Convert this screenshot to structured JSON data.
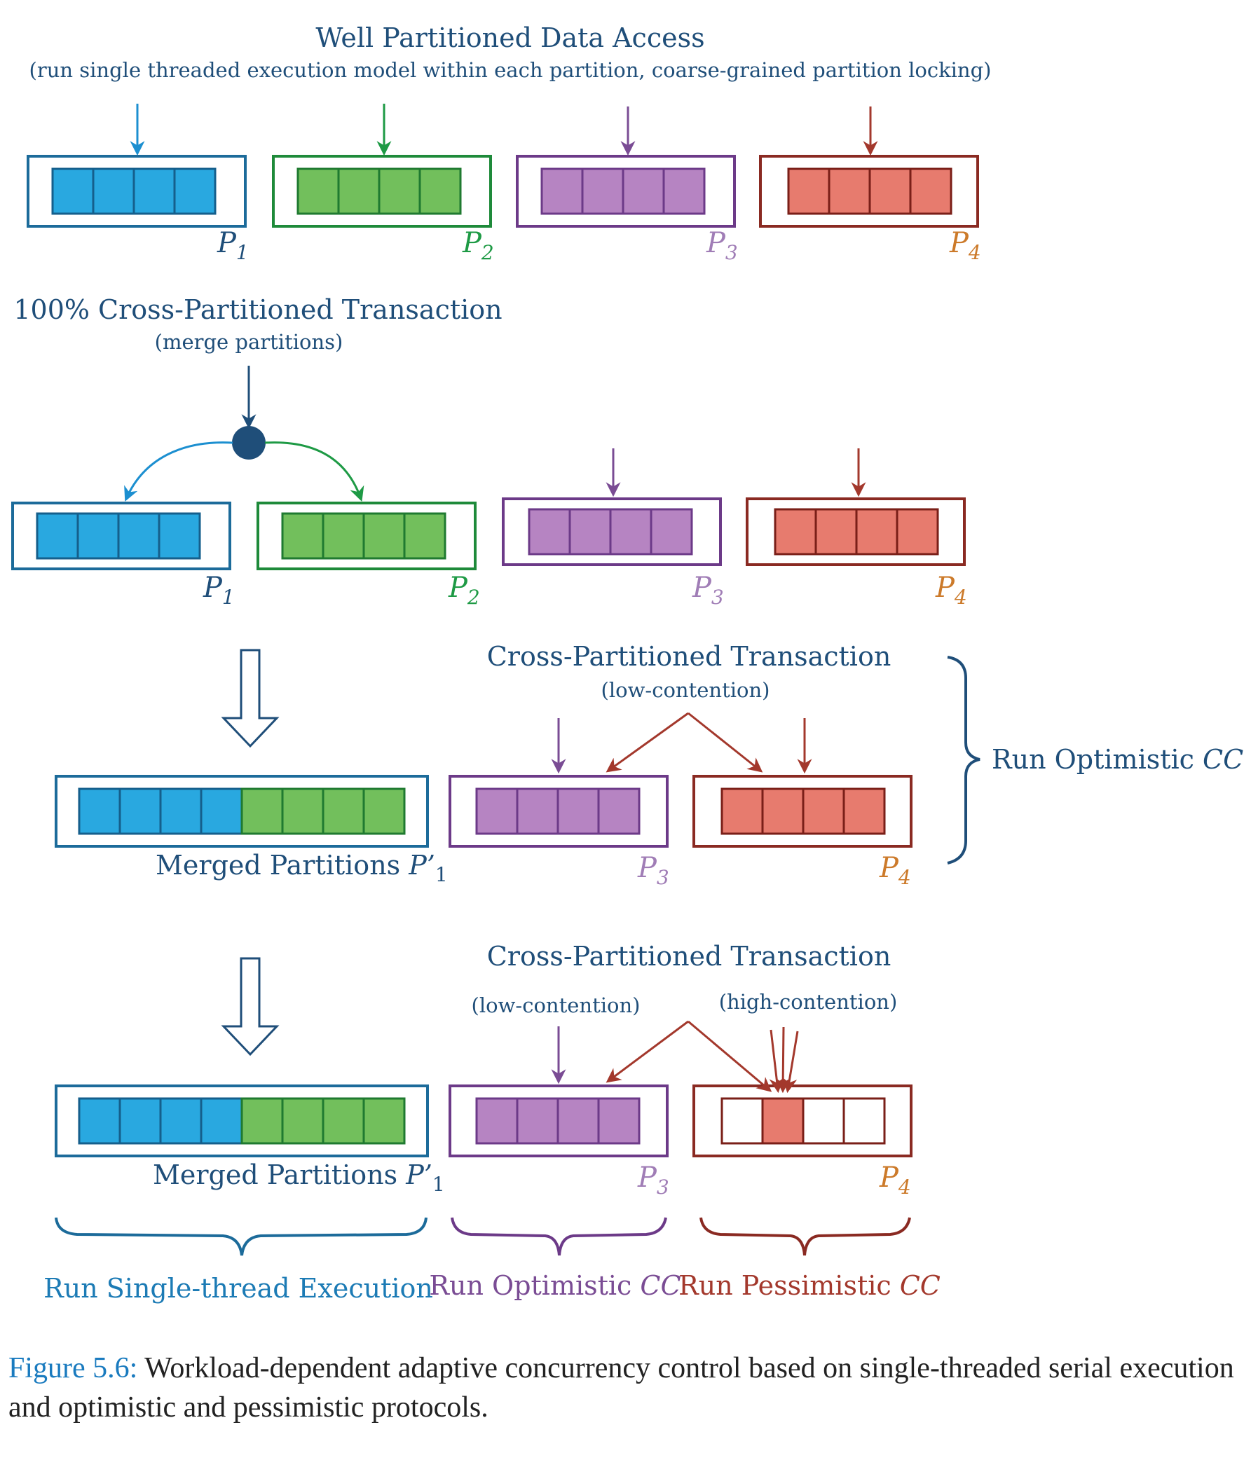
{
  "colors": {
    "blue": "#29a8e0",
    "blue_dark": "#1c6b9a",
    "green": "#72bf5c",
    "green_dark": "#1e8a3a",
    "purple": "#b684c2",
    "purple_dark": "#6c3a88",
    "red": "#e77b6e",
    "red_dark": "#8a2a22",
    "navy": "#1f4e79",
    "orange": "#cc7a2a"
  },
  "sections": {
    "s1": {
      "title": "Well Partitioned Data Access",
      "subtitle": "(run single threaded execution model within each partition, coarse-grained partition locking)"
    },
    "s2": {
      "title": "100% Cross-Partitioned Transaction",
      "subtitle": "(merge partitions)"
    },
    "s3": {
      "title": "Cross-Partitioned Transaction",
      "subtitle": "(low-contention)",
      "brace_label": "Run Optimistic ",
      "brace_label_cc": "CC"
    },
    "s4": {
      "title": "Cross-Partitioned Transaction",
      "low": "(low-contention)",
      "high": "(high-contention)"
    }
  },
  "partitions": {
    "p1": "P",
    "p1_sub": "1",
    "p2": "P",
    "p2_sub": "2",
    "p3": "P",
    "p3_sub": "3",
    "p4": "P",
    "p4_sub": "4"
  },
  "merged_label": "Merged Partitions ",
  "merged_p": "P’",
  "merged_sub": "1",
  "bottom": {
    "single": "Run Single-thread Execution",
    "optimistic": "Run Optimistic ",
    "pessimistic": "Run Pessimistic ",
    "cc": "CC"
  },
  "caption": {
    "fig": "Figure 5.6:",
    "text": " Workload-dependent adaptive concurrency control based on single-threaded serial execution and optimistic and pessimistic protocols."
  }
}
